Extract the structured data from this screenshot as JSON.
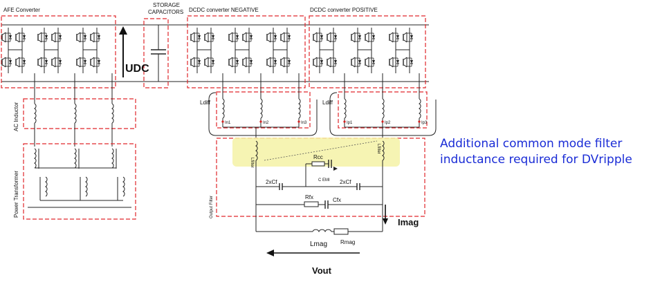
{
  "labels": {
    "afe": "AFE Converter",
    "storage_line1": "STORAGE",
    "storage_line2": "CAPACITORS",
    "dcdc_neg": "DCDC converter NEGATIVE",
    "dcdc_pos": "DCDC converter POSITIVE",
    "udc": "UDC",
    "ac_inductor": "AC Inductor",
    "power_transformer": "Power Transformer",
    "ldiff1": "Ldiff",
    "ldiff2": "Ldiff",
    "in1": "In1",
    "in2": "In2",
    "in3": "In3",
    "ip1": "Ip1",
    "ip2": "Ip2",
    "ip3": "Ip3",
    "lfilter1": "Lfilter",
    "lfilter2": "Lfilter",
    "rcc": "Rcc",
    "cemi": "C EMI",
    "cf1": "2xCf",
    "cf2": "2xCf",
    "rfx": "Rfx",
    "cfx": "Cfx",
    "output_filter": "Output Filter",
    "imag": "Imag",
    "lmag": "Lmag",
    "rmag": "Rmag",
    "vout": "Vout"
  },
  "annotation": {
    "line1": "Additional  common mode filter",
    "line2": "inductance required for DVripple"
  },
  "colors": {
    "box_dash": "#e0262a",
    "highlight": "#f4f2a6",
    "annotation_text": "#1a2cd6",
    "current_marker": "#d42020"
  }
}
